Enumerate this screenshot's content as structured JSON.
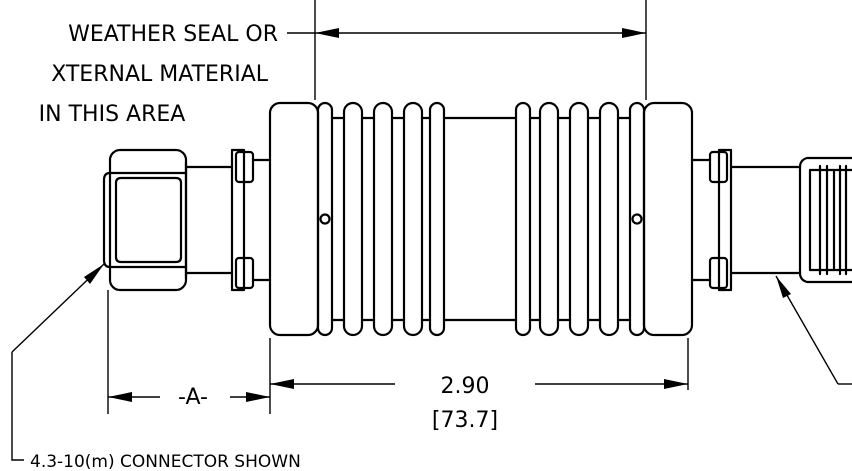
{
  "labels": {
    "weather_seal_line1": "WEATHER SEAL OR",
    "weather_seal_line2": "XTERNAL MATERIAL",
    "weather_seal_line3": "IN THIS AREA",
    "dimension_a": "-A-",
    "body_length_in": "2.90",
    "body_length_mm": "[73.7]",
    "connector_note": "4.3-10(m) CONNECTOR SHOWN"
  },
  "colors": {
    "line": "#000000",
    "background": "#ffffff"
  }
}
